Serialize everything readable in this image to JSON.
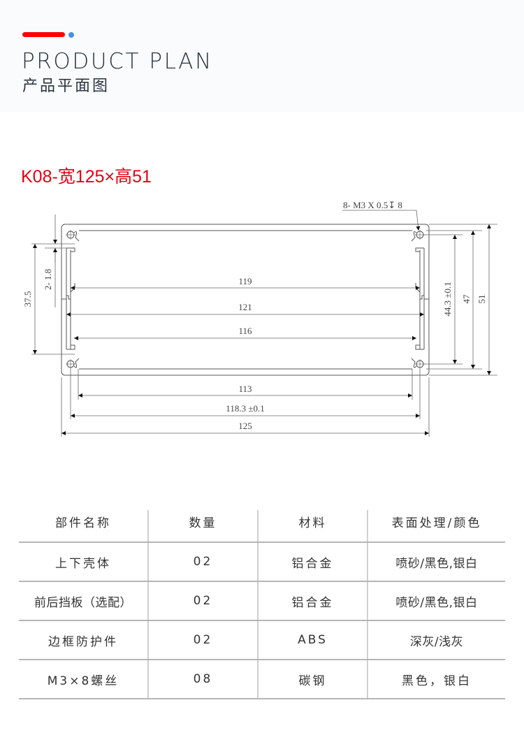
{
  "header": {
    "accent_colors": {
      "bar": "#ff0000",
      "dot": "#4a90e2"
    },
    "title_en": "PRODUCT PLAN",
    "title_cn": "产品平面图"
  },
  "model": {
    "title": "K08-宽125×高51",
    "color": "#e60012"
  },
  "drawing": {
    "callout": "8- M3 X 0.5↧ 8",
    "left_dims": {
      "height_37_5": "37.5",
      "slot_2_1_8": "2- 1.8"
    },
    "right_dims": {
      "inner": "44.3 ±0.1",
      "mid": "47",
      "outer": "51"
    },
    "inner_widths": [
      "119",
      "121",
      "116"
    ],
    "bottom_widths": [
      "113",
      "118.3 ±0.1",
      "125"
    ]
  },
  "table": {
    "headers": [
      "部件名称",
      "数量",
      "材料",
      "表面处理/颜色"
    ],
    "rows": [
      [
        "上下壳体",
        "02",
        "铝合金",
        "喷砂/黑色,银白"
      ],
      [
        "前后挡板（选配）",
        "02",
        "铝合金",
        "喷砂/黑色,银白"
      ],
      [
        "边框防护件",
        "02",
        "ABS",
        "深灰/浅灰"
      ],
      [
        "M3×8螺丝",
        "08",
        "碳钢",
        "黑色，银白"
      ]
    ]
  }
}
